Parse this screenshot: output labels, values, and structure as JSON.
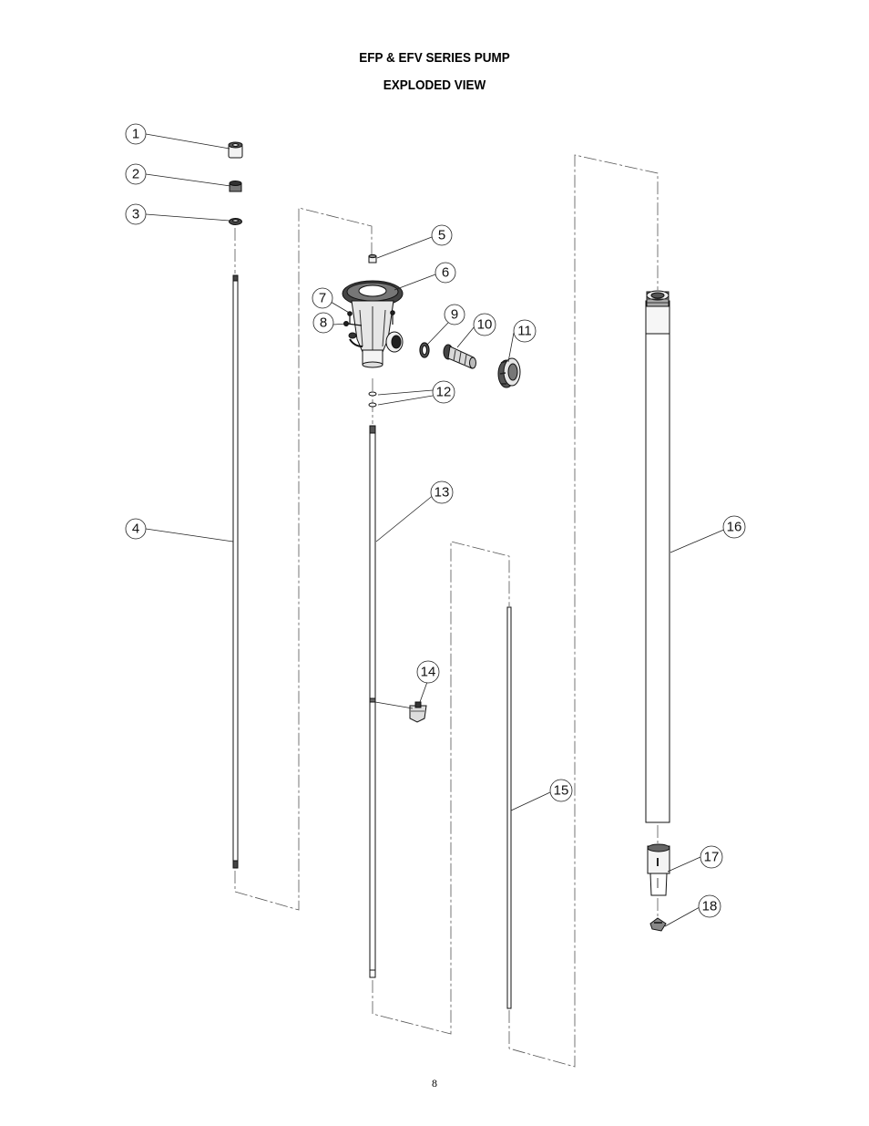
{
  "document": {
    "title_line1": "EFP & EFV SERIES PUMP",
    "title_line2": "EXPLODED VIEW",
    "page_number": "8"
  },
  "callouts": [
    "1",
    "2",
    "3",
    "4",
    "5",
    "6",
    "7",
    "8",
    "9",
    "10",
    "11",
    "12",
    "13",
    "14",
    "15",
    "16",
    "17",
    "18"
  ]
}
